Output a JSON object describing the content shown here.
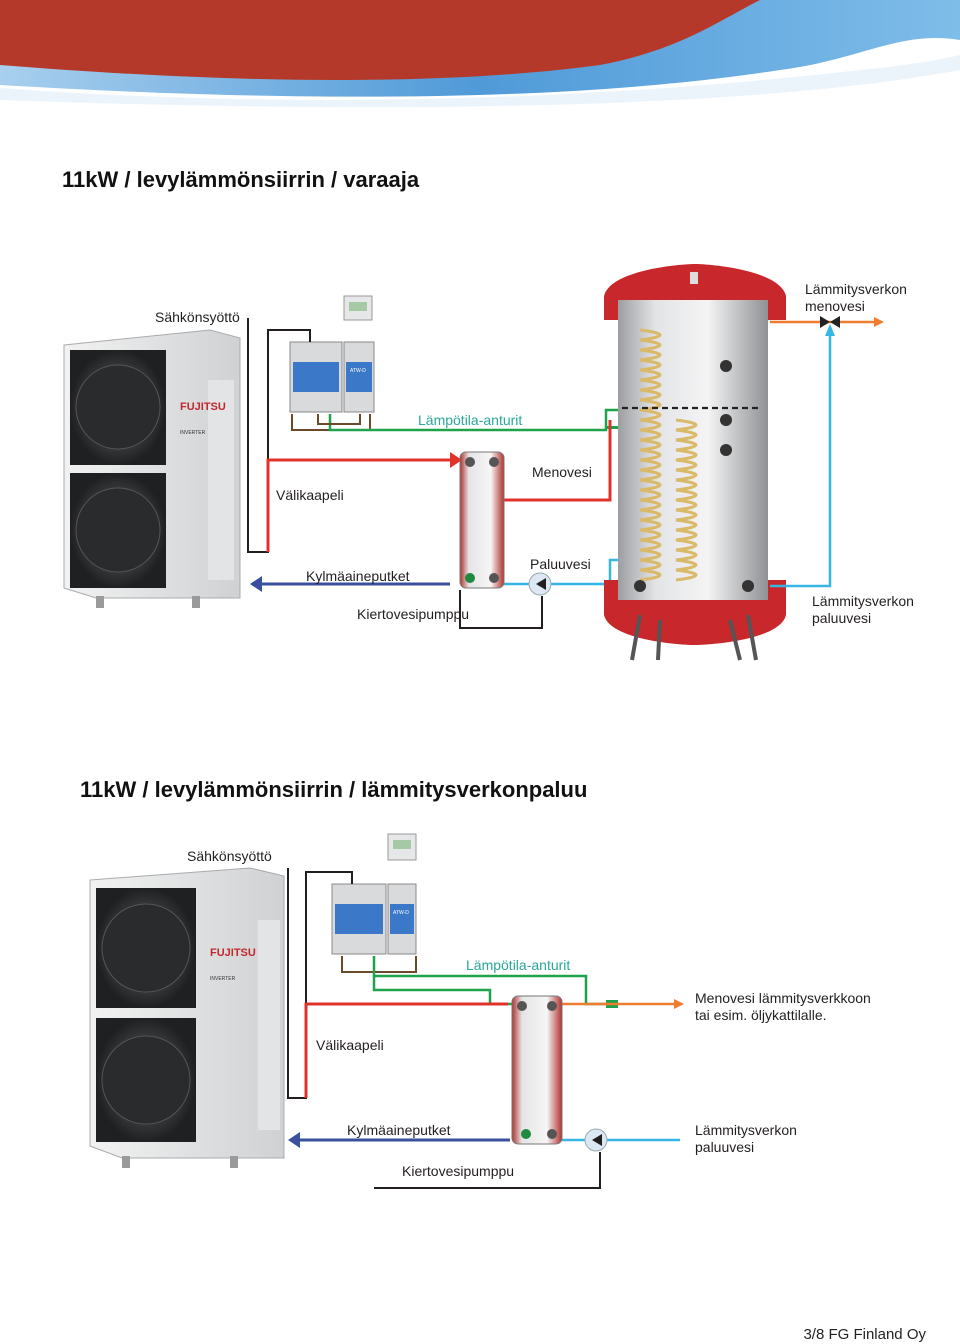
{
  "colors": {
    "banner_red": "#b5392a",
    "sky_blue": "#5ea8dc",
    "flow_red": "#e0312b",
    "return_blue": "#3a4f9e",
    "sensor_green": "#1ea24a",
    "orange": "#f07c30",
    "cyan": "#35b6e6",
    "tank_red": "#c8282c"
  },
  "diagram1": {
    "title": "11kW / levylämmönsiirrin / varaaja",
    "labels": {
      "power": "Sähkönsyöttö",
      "heating_flow_line1": "Lämmitysverkon",
      "heating_flow_line2": "menovesi",
      "temp_sensor": "Lämpötila-anturit",
      "interconnect": "Välikaapeli",
      "flow": "Menovesi",
      "return": "Paluuvesi",
      "refrigerant": "Kylmäaineputket",
      "pump": "Kiertovesipumppu",
      "heating_return_line1": "Lämmitysverkon",
      "heating_return_line2": "paluuvesi"
    },
    "unit_brand": "FUJITSU",
    "unit_sub": "INVERTER",
    "controller_text": "ATW-D"
  },
  "diagram2": {
    "title": "11kW / levylämmönsiirrin / lämmitysverkonpaluu",
    "labels": {
      "power": "Sähkönsyöttö",
      "temp_sensor": "Lämpötila-anturit",
      "flow_line1": "Menovesi lämmitysverkkoon",
      "flow_line2": "tai esim. öljykattilalle.",
      "interconnect": "Välikaapeli",
      "refrigerant": "Kylmäaineputket",
      "pump": "Kiertovesipumppu",
      "heating_return_line1": "Lämmitysverkon",
      "heating_return_line2": "paluuvesi"
    },
    "unit_brand": "FUJITSU",
    "unit_sub": "INVERTER",
    "controller_text": "ATW-D"
  },
  "footer": "3/8 FG Finland Oy"
}
